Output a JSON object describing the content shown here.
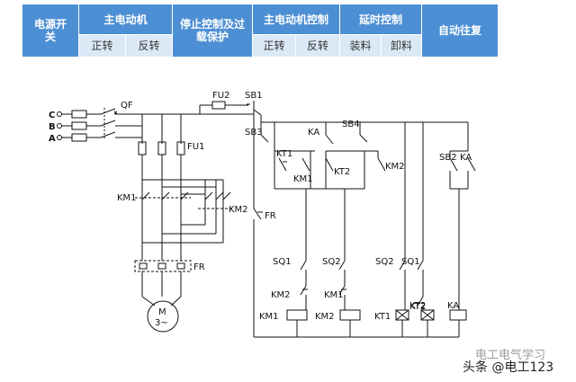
{
  "header": {
    "power_switch": "电源开关",
    "main_motor": "主电动机",
    "forward": "正转",
    "reverse": "反转",
    "stop_protect": "停止控制及过载保护",
    "main_motor_control": "主电动机控制",
    "ctrl_forward": "正转",
    "ctrl_reverse": "反转",
    "delay_control": "延时控制",
    "loading": "装料",
    "unloading": "卸料",
    "auto_reciprocate": "自动往复"
  },
  "diagram": {
    "phase_c": "C",
    "phase_b": "B",
    "phase_a": "A",
    "qf": "QF",
    "fu1": "FU1",
    "fu2": "FU2",
    "sb1": "SB1",
    "sb2": "SB2",
    "sb3": "SB3",
    "sb4": "SB4",
    "ka": "KA",
    "ka_coil": "KA",
    "kt1": "KT1",
    "kt2": "KT2",
    "km1": "KM1",
    "km2": "KM2",
    "km1_main": "KM1",
    "km2_main": "KM2",
    "fr": "FR",
    "fr_relay": "FR",
    "motor_m": "M",
    "motor_phase": "3~",
    "sq1_a": "SQ1",
    "sq2_a": "SQ2",
    "sq2_b": "SQ2",
    "sq1_b": "SQ1",
    "km2_int": "KM2",
    "km1_int": "KM1",
    "km1_coil": "KM1",
    "km2_coil": "KM2",
    "kt1_coil": "KT1",
    "kt2_coil": "KT2",
    "km1_aux": "KM1",
    "km2_aux": "KM2",
    "kt2_cont": "KT2"
  },
  "watermark": {
    "line1": "电工电气学习",
    "line2": "头条 @电工123"
  }
}
